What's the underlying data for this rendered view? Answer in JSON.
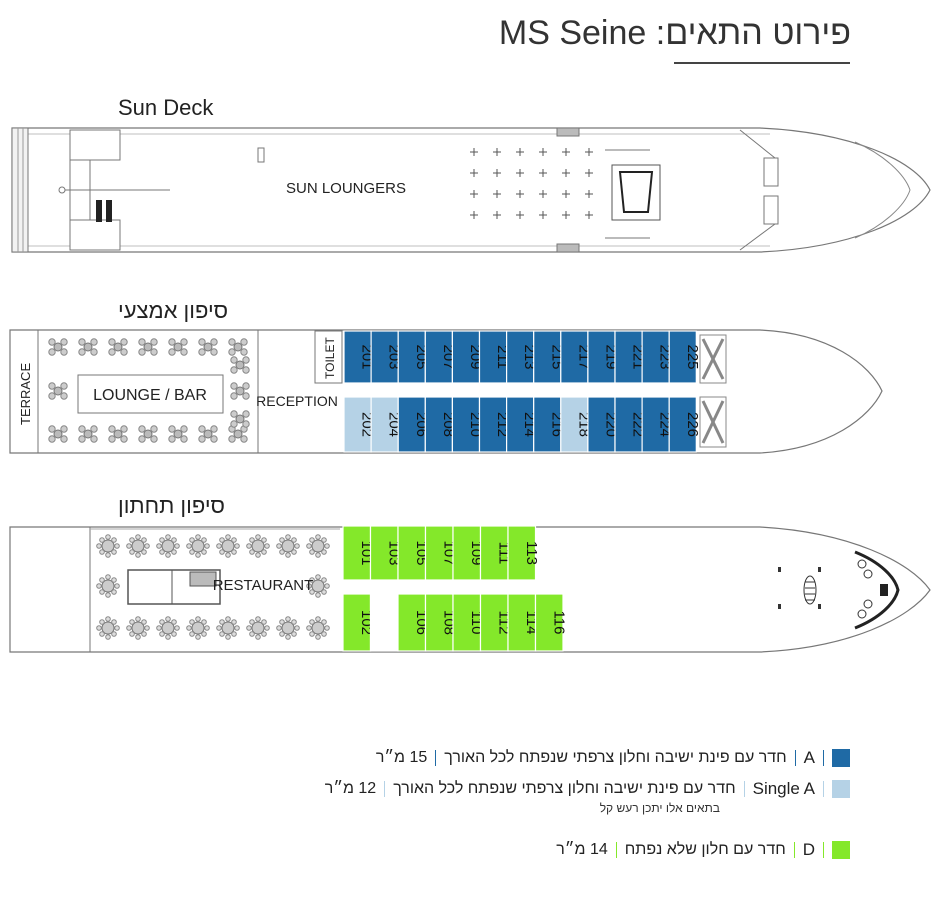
{
  "header": {
    "title": "פירוט התאים: MS Seine"
  },
  "decks": {
    "sun": {
      "label": "Sun Deck",
      "area_label": "SUN LOUNGERS"
    },
    "middle": {
      "label": "סיפון אמצעי",
      "terrace": "TERRACE",
      "lounge": "LOUNGE / BAR",
      "reception": "RECEPTION",
      "toilet": "TOILET",
      "top_row": [
        "201",
        "203",
        "205",
        "207",
        "209",
        "211",
        "213",
        "215",
        "217",
        "219",
        "221",
        "223",
        "225"
      ],
      "bottom_row": [
        "202",
        "204",
        "206",
        "208",
        "210",
        "212",
        "214",
        "216",
        "218",
        "220",
        "222",
        "224",
        "226"
      ],
      "bottom_row_types": [
        "single",
        "single",
        "A",
        "A",
        "A",
        "A",
        "A",
        "A",
        "single",
        "A",
        "A",
        "A",
        "A"
      ]
    },
    "lower": {
      "label": "סיפון תחתון",
      "restaurant": "RESTAURANT",
      "top_row": [
        "101",
        "103",
        "105",
        "107",
        "109",
        "111",
        "113"
      ],
      "bottom_row": [
        "102",
        "",
        "106",
        "108",
        "110",
        "112",
        "114",
        "116"
      ]
    }
  },
  "legend": [
    {
      "code": "A",
      "description": "חדר עם פינת ישיבה וחלון צרפתי שנפתח לכל האורך",
      "size": "15 מ״ר",
      "color": "#1f6aa5"
    },
    {
      "code": "Single A",
      "description": "חדר עם פינת ישיבה וחלון צרפתי שנפתח לכל האורך",
      "size": "12 מ״ר",
      "note": "בתאים אלו יתכן רעש קל",
      "color": "#b5d2e6"
    },
    {
      "code": "D",
      "description": "חדר עם חלון שלא נפתח",
      "size": "14 מ״ר",
      "color": "#84e82a"
    }
  ],
  "colors": {
    "cabin_a": "#1f6aa5",
    "cabin_single": "#b5d2e6",
    "cabin_d": "#84e82a",
    "outline": "#777777"
  }
}
